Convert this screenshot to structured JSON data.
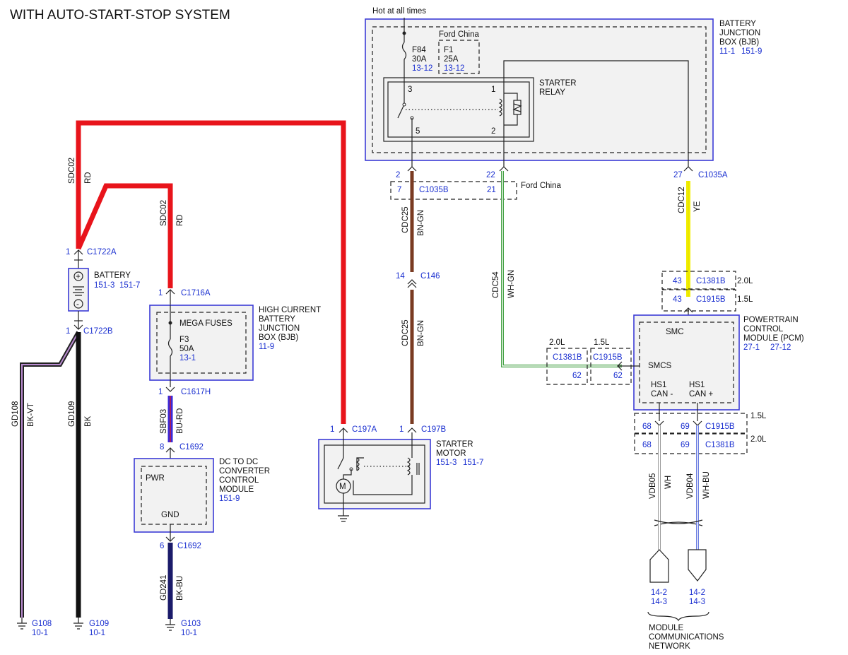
{
  "title": "WITH AUTO-START-STOP SYSTEM",
  "hot_label": "Hot at all times",
  "bjb": {
    "name1": "BATTERY",
    "name2": "JUNCTION",
    "name3": "BOX (BJB)",
    "ref1": "11-1",
    "ref2": "151-9"
  },
  "ford_china": "Ford China",
  "f84": {
    "name": "F84",
    "rating": "30A",
    "ref": "13-12"
  },
  "f1": {
    "name": "F1",
    "rating": "25A",
    "ref": "13-12"
  },
  "starter_relay": {
    "line1": "STARTER",
    "line2": "RELAY",
    "pin3": "3",
    "pin1": "1",
    "pin5": "5",
    "pin2": "2"
  },
  "c1035b": {
    "name": "C1035B",
    "pin_a": "7",
    "pin_b": "21"
  },
  "c1035a": {
    "name": "C1035A",
    "pin": "27"
  },
  "bjb_pin_2": "2",
  "bjb_pin_22": "22",
  "wires": {
    "sdc02": "SDC02",
    "rd": "RD",
    "cdc25": "CDC25",
    "bn_gn": "BN-GN",
    "cdc54": "CDC54",
    "wh_gn": "WH-GN",
    "cdc12": "CDC12",
    "ye": "YE",
    "sbf03": "SBF03",
    "bu_rd": "BU-RD",
    "gd241": "GD241",
    "bk_bu": "BK-BU",
    "gd108": "GD108",
    "bk_vt": "BK-VT",
    "gd109": "GD109",
    "bk": "BK",
    "vdb05": "VDB05",
    "wh": "WH",
    "vdb04": "VDB04",
    "wh_bu": "WH-BU"
  },
  "c146": {
    "name": "C146",
    "pin": "14"
  },
  "battery": {
    "name": "BATTERY",
    "ref1": "151-3",
    "ref2": "151-7",
    "plus": "+",
    "minus": "-"
  },
  "c1722a": {
    "name": "C1722A",
    "pin": "1"
  },
  "c1722b": {
    "name": "C1722B",
    "pin": "1"
  },
  "c1716a": {
    "name": "C1716A",
    "pin": "1"
  },
  "c1617h": {
    "name": "C1617H",
    "pin": "1"
  },
  "hcbjb": {
    "line1": "HIGH CURRENT",
    "line2": "BATTERY",
    "line3": "JUNCTION",
    "line4": "BOX (BJB)",
    "ref": "11-9"
  },
  "mega_fuses": "MEGA FUSES",
  "f3": {
    "name": "F3",
    "rating": "50A",
    "ref": "13-1"
  },
  "c1692_top": {
    "name": "C1692",
    "pin": "8"
  },
  "c1692_bot": {
    "name": "C1692",
    "pin": "6"
  },
  "dcdc": {
    "line1": "DC TO DC",
    "line2": "CONVERTER",
    "line3": "CONTROL",
    "line4": "MODULE",
    "ref": "151-9",
    "pwr": "PWR",
    "gnd": "GND"
  },
  "c197a": {
    "name": "C197A",
    "pin": "1"
  },
  "c197b": {
    "name": "C197B",
    "pin": "1"
  },
  "starter_motor": {
    "line1": "STARTER",
    "line2": "MOTOR",
    "ref1": "151-3",
    "ref2": "151-7"
  },
  "c1381b_top": {
    "name": "C1381B",
    "pin": "43",
    "variant": "2.0L"
  },
  "c1915b_top": {
    "name": "C1915B",
    "pin": "43",
    "variant": "1.5L"
  },
  "c1381b_left": {
    "name": "C1381B",
    "pin": "62",
    "variant": "2.0L"
  },
  "c1915b_left": {
    "name": "C1915B",
    "pin": "62",
    "variant": "1.5L"
  },
  "pcm": {
    "line1": "POWERTRAIN",
    "line2": "CONTROL",
    "line3": "MODULE (PCM)",
    "ref1": "27-1",
    "ref2": "27-12",
    "smc": "SMC",
    "smcs": "SMCS",
    "hs1a": "HS1",
    "hs1a2": "CAN -",
    "hs1b": "HS1",
    "hs1b2": "CAN +"
  },
  "c1915b_bot": {
    "name": "C1915B",
    "pin_a": "68",
    "pin_b": "69",
    "variant": "1.5L"
  },
  "c1381b_bot": {
    "name": "C1381B",
    "pin_a": "68",
    "pin_b": "69",
    "variant": "2.0L"
  },
  "grounds": {
    "g108": {
      "name": "G108",
      "ref": "10-1"
    },
    "g109": {
      "name": "G109",
      "ref": "10-1"
    },
    "g103": {
      "name": "G103",
      "ref": "10-1"
    }
  },
  "mcn_ref_a1": "14-2",
  "mcn_ref_a2": "14-3",
  "mcn_ref_b1": "14-2",
  "mcn_ref_b2": "14-3",
  "mcn": {
    "line1": "MODULE",
    "line2": "COMMUNICATIONS",
    "line3": "NETWORK"
  },
  "colors": {
    "red": "#e8141b",
    "brown": "#7a3b22",
    "yellow": "#f2ee00",
    "black": "#111111",
    "blue_purple": "#3a2bd8",
    "navy": "#1b1b6a",
    "wh_gn": "#48a348",
    "bk_vt": "#b98bd0",
    "wh_bu": "#6a7de0"
  }
}
